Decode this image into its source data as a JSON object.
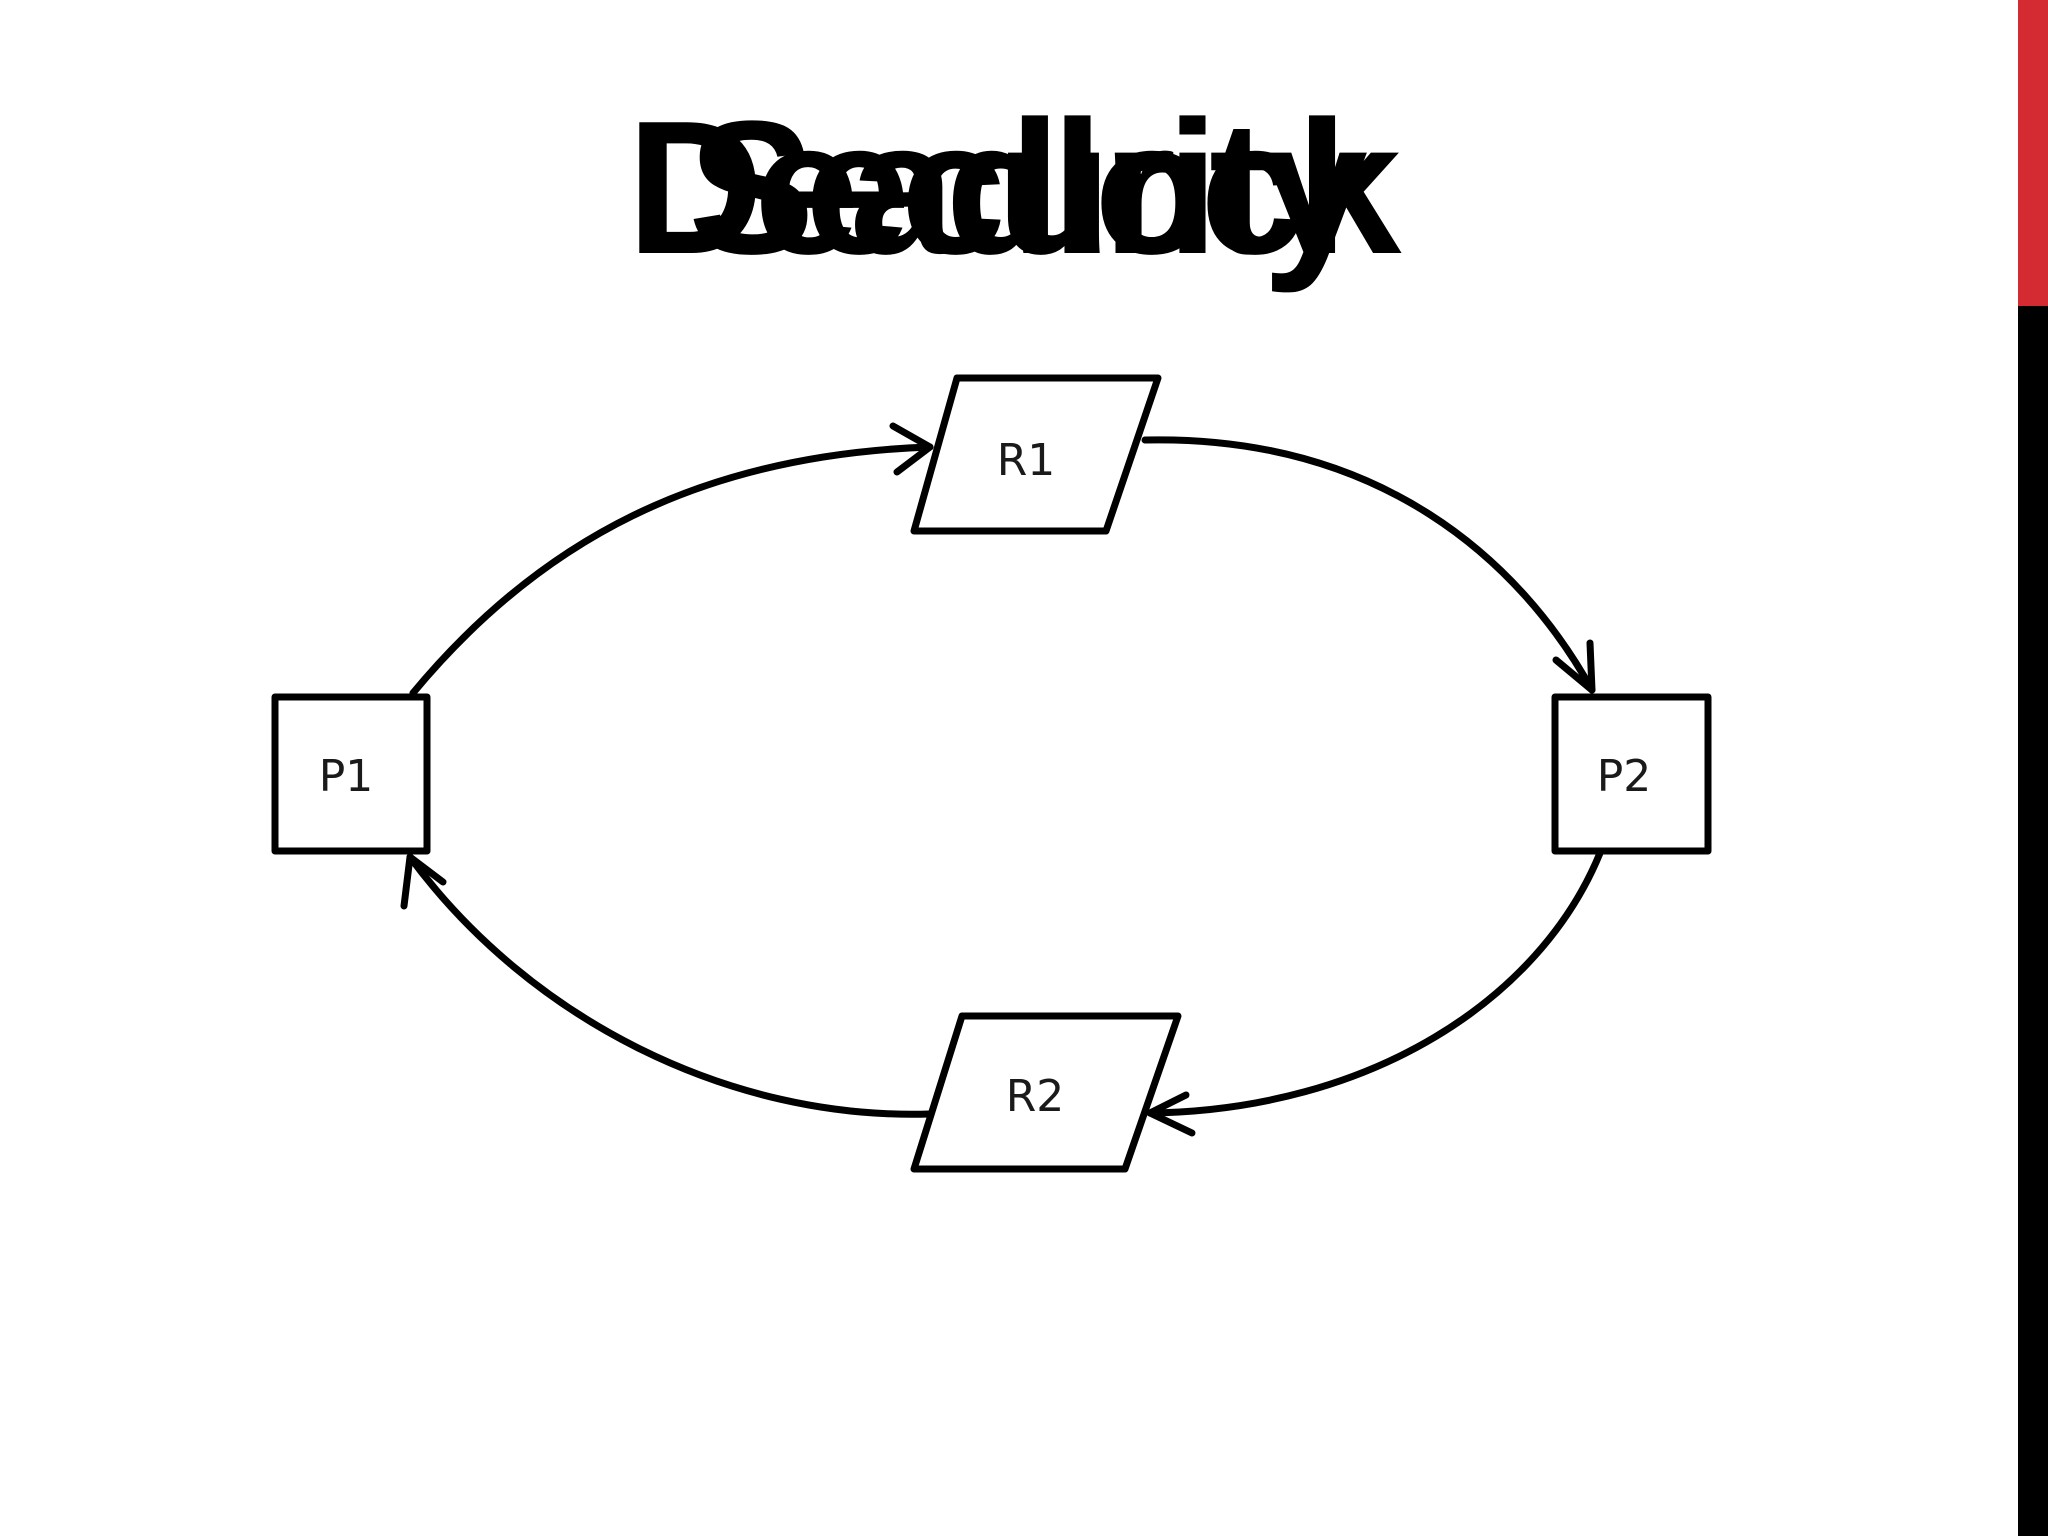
{
  "slide": {
    "title_layers": [
      "Deadlock",
      "Security"
    ],
    "accent_colors": {
      "bar": "#000000",
      "top": "#d42a32"
    }
  },
  "diagram": {
    "nodes": [
      {
        "id": "P1",
        "label": "P1",
        "shape": "square"
      },
      {
        "id": "R1",
        "label": "R1",
        "shape": "parallelogram"
      },
      {
        "id": "P2",
        "label": "P2",
        "shape": "square"
      },
      {
        "id": "R2",
        "label": "R2",
        "shape": "parallelogram"
      }
    ],
    "edges": [
      {
        "from": "P1",
        "to": "R1"
      },
      {
        "from": "R1",
        "to": "P2"
      },
      {
        "from": "P2",
        "to": "R2"
      },
      {
        "from": "R2",
        "to": "P1"
      }
    ]
  }
}
